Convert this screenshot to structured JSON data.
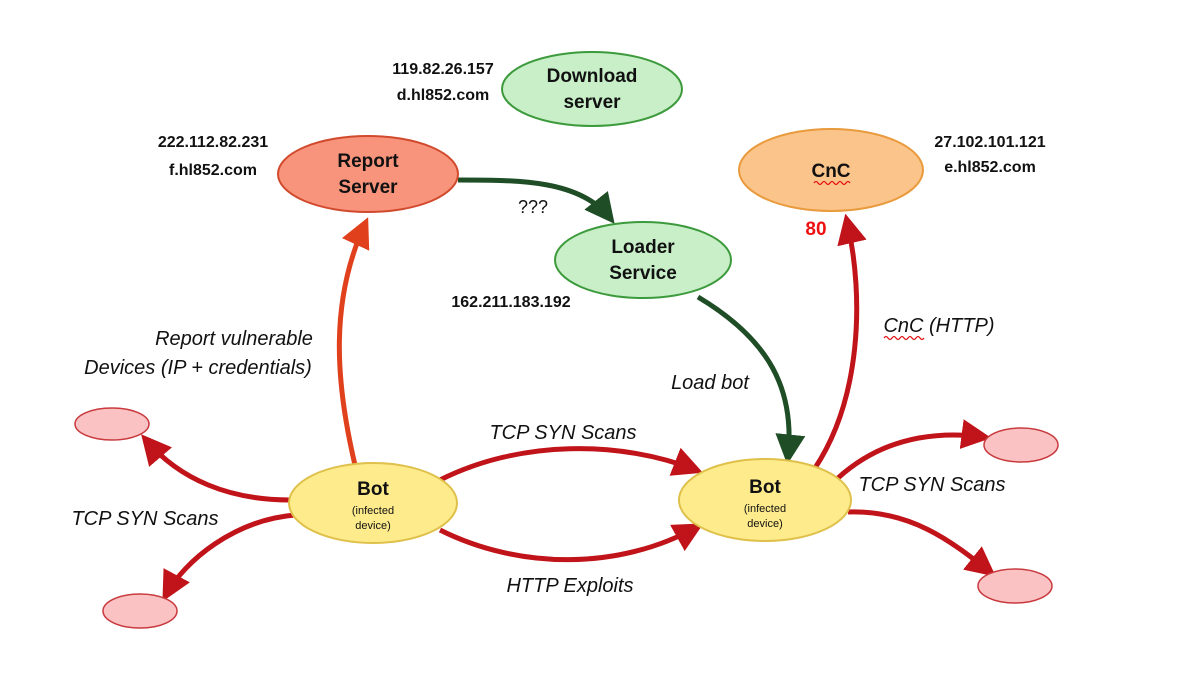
{
  "colors": {
    "red_arrow": "#c0141a",
    "orange_arrow": "#e0401c",
    "green_arrow": "#1e4d26",
    "port_text": "#ee1111"
  },
  "nodes": {
    "download_server": {
      "line1": "Download",
      "line2": "server",
      "ip": "119.82.26.157",
      "domain": "d.hl852.com",
      "fill": "#c8efc8",
      "stroke": "#3c9a3c"
    },
    "report_server": {
      "line1": "Report",
      "line2": "Server",
      "ip": "222.112.82.231",
      "domain": "f.hl852.com",
      "fill": "#f8947c",
      "stroke": "#d24a2e"
    },
    "loader_service": {
      "line1": "Loader",
      "line2": "Service",
      "ip": "162.211.183.192",
      "fill": "#c8efc8",
      "stroke": "#3c9a3c"
    },
    "cnc": {
      "line1": "CnC",
      "ip": "27.102.101.121",
      "domain": "e.hl852.com",
      "port": "80",
      "fill": "#fbc48a",
      "stroke": "#e89a3c"
    },
    "bot_left": {
      "title": "Bot",
      "sub1": "(infected",
      "sub2": "device)",
      "fill": "#fdeb8c",
      "stroke": "#dfc04a"
    },
    "bot_right": {
      "title": "Bot",
      "sub1": "(infected",
      "sub2": "device)",
      "fill": "#fdeb8c",
      "stroke": "#dfc04a"
    },
    "target_device": {
      "fill": "#fbc2c4",
      "stroke": "#c83a3e"
    }
  },
  "edges": {
    "report_vulnerable_line1": "Report vulnerable",
    "report_vulnerable_line2": "Devices (IP + credentials)",
    "unknown": "???",
    "load_bot": "Load bot",
    "cnc_http": "CnC (HTTP)",
    "tcp_syn_scans_center": "TCP SYN Scans",
    "tcp_syn_scans_left": "TCP SYN Scans",
    "tcp_syn_scans_right": "TCP SYN Scans",
    "http_exploits": "HTTP Exploits"
  }
}
